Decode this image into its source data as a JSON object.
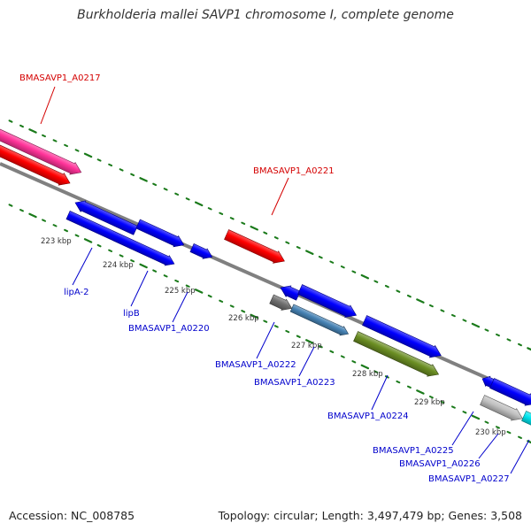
{
  "title": "Burkholderia mallei SAVP1 chromosome I, complete genome",
  "footer": {
    "accession": "Accession: NC_008785",
    "topology": "Topology: circular; Length: 3,497,479 bp; Genes: 3,508"
  },
  "colors": {
    "label_red": "#d40000",
    "label_blue": "#0000cc",
    "backbone": "#808080",
    "tick": "#1a7a1a",
    "blue": "#0000ff",
    "red": "#ff0000",
    "pink": "#ff3399",
    "olive": "#6b8e23",
    "gray": "#707070",
    "steelblue": "#4682b4",
    "silver": "#c0c0c0",
    "cyan": "#00e5ee"
  },
  "ticks": [
    "223 kbp",
    "224 kbp",
    "225 kbp",
    "226 kbp",
    "227 kbp",
    "228 kbp",
    "229 kbp",
    "230 kbp"
  ],
  "labels": [
    {
      "text": "BMASAVP1_A0217",
      "color": "label_red"
    },
    {
      "text": "BMASAVP1_A0221",
      "color": "label_red"
    },
    {
      "text": "lipA-2",
      "color": "label_blue"
    },
    {
      "text": "lipB",
      "color": "label_blue"
    },
    {
      "text": "BMASAVP1_A0220",
      "color": "label_blue"
    },
    {
      "text": "BMASAVP1_A0222",
      "color": "label_blue"
    },
    {
      "text": "BMASAVP1_A0223",
      "color": "label_blue"
    },
    {
      "text": "BMASAVP1_A0224",
      "color": "label_blue"
    },
    {
      "text": "BMASAVP1_A0225",
      "color": "label_blue"
    },
    {
      "text": "BMASAVP1_A0226",
      "color": "label_blue"
    },
    {
      "text": "BMASAVP1_A0227",
      "color": "label_blue"
    }
  ]
}
